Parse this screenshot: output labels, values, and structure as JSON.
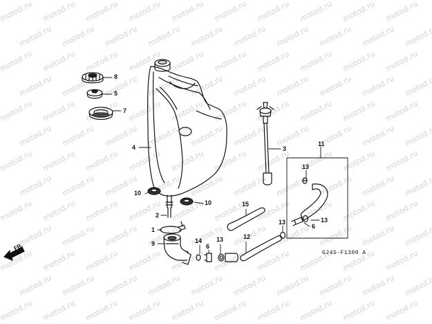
{
  "watermark_text": "motod.ru",
  "figure_code": "GJ4S-F1300 A",
  "direction_label": "FR.",
  "callouts": {
    "c1": "1",
    "c2": "2",
    "c3": "3",
    "c4": "4",
    "c5": "5",
    "c6a": "6",
    "c6b": "6",
    "c7": "7",
    "c8": "8",
    "c9": "9",
    "c10a": "10",
    "c10b": "10",
    "c11": "11",
    "c12": "12",
    "c13a": "13",
    "c13b": "13",
    "c13c": "13",
    "c14": "14",
    "c15": "15"
  }
}
